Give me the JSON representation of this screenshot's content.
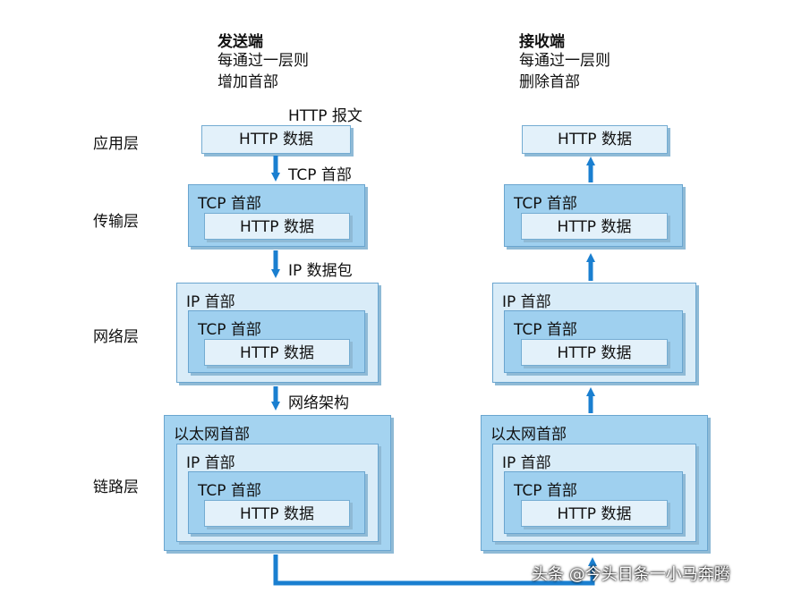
{
  "sender": {
    "title": "发送端",
    "line1": "每通过一层则",
    "line2": "增加首部"
  },
  "receiver": {
    "title": "接收端",
    "line1": "每通过一层则",
    "line2": "删除首部"
  },
  "layers": {
    "application": "应用层",
    "transport": "传输层",
    "network": "网络层",
    "link": "链路层"
  },
  "packet_labels": {
    "http_message": "HTTP 报文",
    "tcp_header": "TCP 首部",
    "ip_packet": "IP 数据包",
    "network_frame": "网络架构"
  },
  "boxes": {
    "http_data": "HTTP 数据",
    "tcp_header": "TCP 首部",
    "ip_header": "IP 首部",
    "ethernet_header": "以太网首部"
  },
  "watermark": "头条 @今头日条一小马奔腾",
  "colors": {
    "arrow": "#1a7fd0",
    "box_border": "#6aa5cf",
    "box_fill": "#d9ecf8"
  }
}
